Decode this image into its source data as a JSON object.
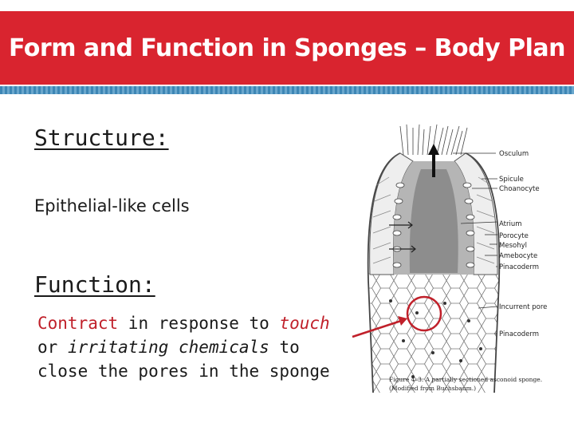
{
  "slide": {
    "title": "Form and Function in Sponges – Body Plan",
    "structure_heading": "Structure:",
    "structure_text": "Epithelial-like cells",
    "function_heading": "Function:",
    "function_description": {
      "w1": "Contract",
      "w2": " in response to ",
      "w3": "touch",
      "w4": "or ",
      "w5": "irritating chemicals",
      "w6": " to",
      "w7": "close the pores in the sponge"
    }
  },
  "figure": {
    "labels": {
      "osculum": "Osculum",
      "spicule": "Spicule",
      "choanocyte": "Choanocyte",
      "atrium": "Atrium",
      "porocyte": "Porocyte",
      "mesohyl": "Mesohyl",
      "amebocyte": "Amebocyte",
      "pinacoderm_top": "Pinacoderm",
      "incurrent_pore": "Incurrent pore",
      "pinacoderm_bottom": "Pinacoderm"
    },
    "caption_line1": "Figure 4–3.  A partially sectioned asconoid sponge.",
    "caption_line2": "(Modified from Buchsbaum.)"
  },
  "colors": {
    "title_bar": "#d9242f",
    "accent_red": "#c0202a",
    "stripe": "#3d86b5"
  }
}
